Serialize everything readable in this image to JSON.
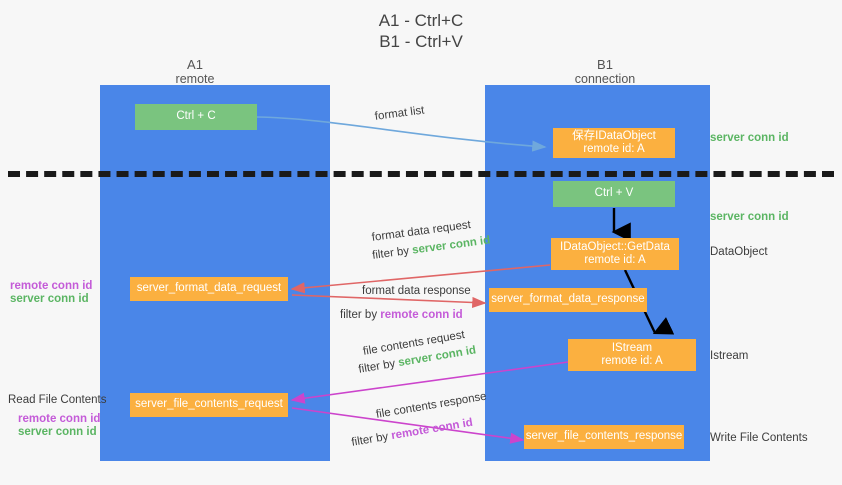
{
  "title": {
    "line1": "A1 - Ctrl+C",
    "line2": "B1 - Ctrl+V"
  },
  "columns": [
    {
      "name": "A1",
      "sub": "remote"
    },
    {
      "name": "B1",
      "sub": "connection"
    }
  ],
  "colors": {
    "column_blue": "#4a86e8",
    "box_green": "#7ac47f",
    "box_orange": "#fbb040",
    "text_green": "#5bb563",
    "text_purple": "#c45bd8",
    "arrow_lightblue": "#6fa8dc",
    "arrow_red": "#e06666",
    "arrow_magenta": "#cc44cc",
    "arrow_black": "#000000",
    "divider_black": "#1a1a1a",
    "background": "#f7f7f7"
  },
  "boxes": {
    "ctrl_c": "Ctrl + C",
    "ctrl_v": "Ctrl + V",
    "save_idataobject_line1": "保存IDataObject",
    "save_idataobject_line2": "remote id: A",
    "getdata_line1": "IDataObject::GetData",
    "getdata_line2": "remote id: A",
    "istream_line1": "IStream",
    "istream_line2": "remote id: A",
    "server_format_data_request": "server_format_data_request",
    "server_format_data_response": "server_format_data_response",
    "server_file_contents_request": "server_file_contents_request",
    "server_file_contents_response": "server_file_contents_response"
  },
  "arrow_labels": {
    "format_list": "format list",
    "format_data_request": "format data request",
    "format_data_request_filter_prefix": "filter by ",
    "format_data_request_filter_key": "server conn id",
    "format_data_response": "format data response",
    "format_data_response_filter_prefix": "filter by ",
    "format_data_response_filter_key": "remote conn id",
    "file_contents_request": "file contents request",
    "file_contents_request_filter_prefix": "filter by ",
    "file_contents_request_filter_key": "server conn id",
    "file_contents_response": "file contents response",
    "file_contents_response_filter_prefix": "filter by ",
    "file_contents_response_filter_key": "remote conn id"
  },
  "right_labels": {
    "server_conn_id_top": "server conn id",
    "server_conn_id_mid": "server conn id",
    "dataobject": "DataObject",
    "istream": "Istream",
    "write_file_contents": "Write File Contents"
  },
  "left_labels": {
    "remote_conn_id_1": "remote conn id",
    "server_conn_id_1": "server conn id",
    "read_file_contents": "Read File Contents",
    "remote_conn_id_2": "remote conn id",
    "server_conn_id_2": "server conn id"
  }
}
